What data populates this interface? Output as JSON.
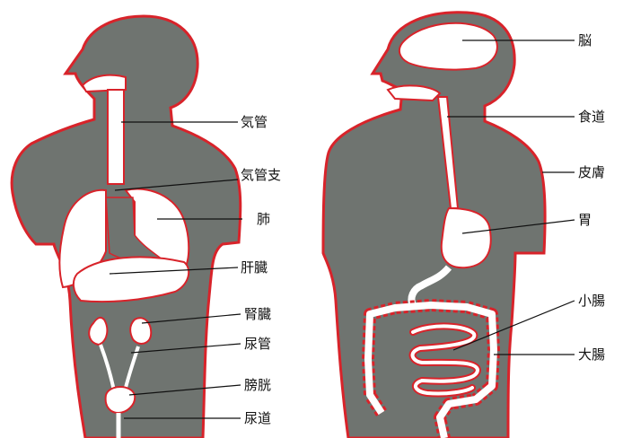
{
  "colors": {
    "body_fill": "#6f7470",
    "outline": "#d8232a",
    "organ_fill": "#ffffff",
    "leader": "#111111"
  },
  "left_figure": {
    "labels": [
      "気管",
      "気管支",
      "肺",
      "肝臓",
      "腎臓",
      "尿管",
      "膀胱",
      "尿道"
    ]
  },
  "right_figure": {
    "labels": [
      "脳",
      "食道",
      "皮膚",
      "胃",
      "小腸",
      "大腸"
    ]
  }
}
